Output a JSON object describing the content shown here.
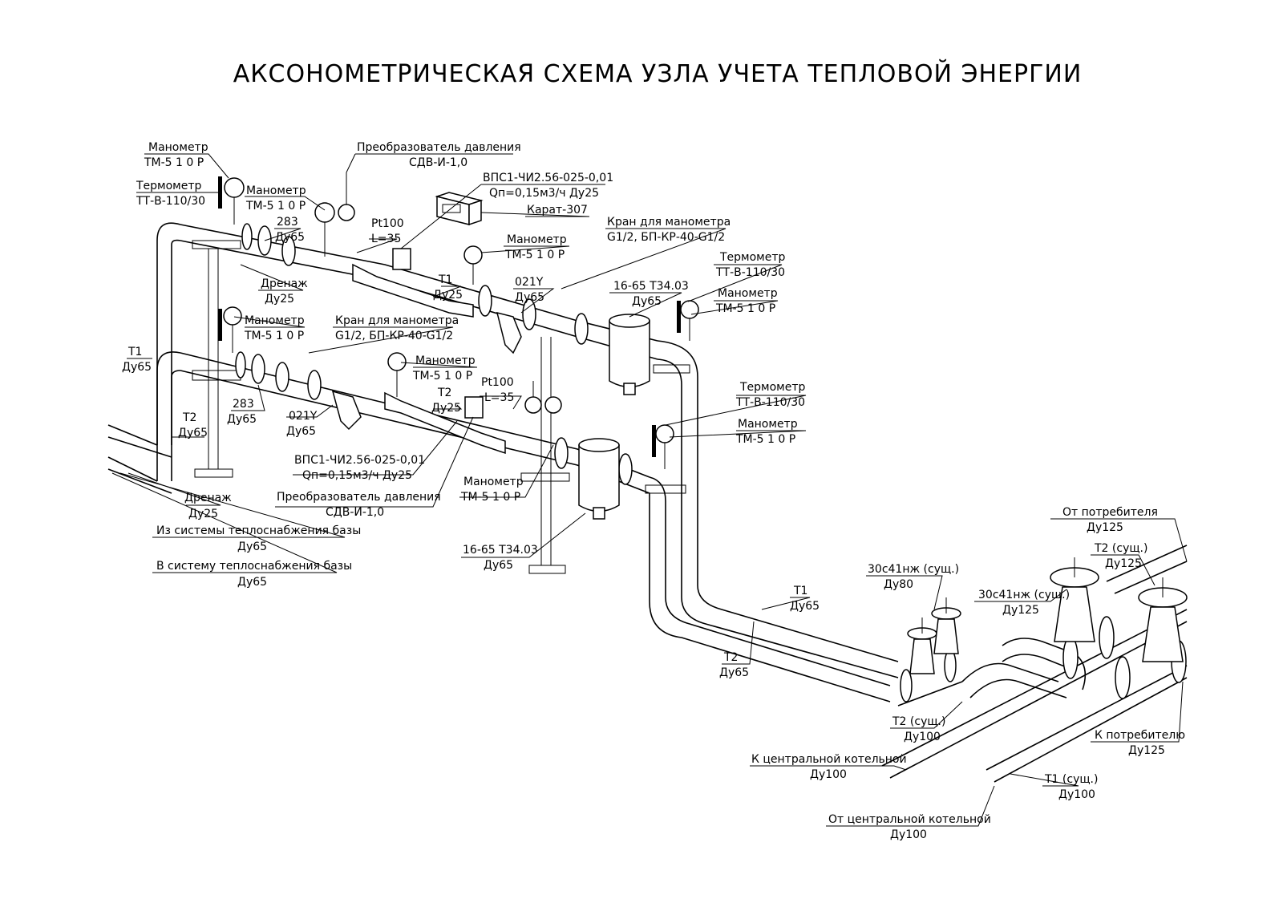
{
  "title": "АКСОНОМЕТРИЧЕСКАЯ СХЕМА УЗЛА УЧЕТА ТЕПЛОВОЙ ЭНЕРГИИ",
  "labels": {
    "l01": [
      "Манометр",
      "ТМ-5 1 0 Р"
    ],
    "l02": [
      "Термометр",
      "ТТ-В-110/30"
    ],
    "l03": [
      "Манометр",
      "ТМ-5 1 0 Р"
    ],
    "l04": [
      "283",
      "Ду65"
    ],
    "l05": [
      "Преобразователь давления",
      "СДВ-И-1,0"
    ],
    "l06": [
      "ВПС1-ЧИ2.56-025-0,01",
      "Qп=0,15м3/ч Ду25"
    ],
    "l07": [
      "Карат-307"
    ],
    "l08": [
      "Pt100",
      "L=35"
    ],
    "l09": [
      "Кран для манометра",
      "G1/2, БП-КР-40-G1/2"
    ],
    "l10": [
      "Манометр",
      "ТМ-5 1 0 Р"
    ],
    "l11": [
      "Т1",
      "Ду25"
    ],
    "l12": [
      "021Y",
      "Ду65"
    ],
    "l13": [
      "Дренаж",
      "Ду25"
    ],
    "l14": [
      "16-65 Т34.03",
      "Ду65"
    ],
    "l15": [
      "Термометр",
      "ТТ-В-110/30"
    ],
    "l16": [
      "Манометр",
      "ТМ-5 1 0 Р"
    ],
    "l17": [
      "Манометр",
      "ТМ-5 1 0 Р"
    ],
    "l18": [
      "Кран для манометра",
      "G1/2, БП-КР-40-G1/2"
    ],
    "l19": [
      "Т1",
      "Ду65"
    ],
    "l20": [
      "Манометр",
      "ТМ-5 1 0 Р"
    ],
    "l21": [
      "Т2",
      "Ду25"
    ],
    "l22": [
      "Pt100",
      "L=35"
    ],
    "l23": [
      "283",
      "Ду65"
    ],
    "l24": [
      "021Y",
      "Ду65"
    ],
    "l25": [
      "Т2",
      "Ду65"
    ],
    "l26": [
      "ВПС1-ЧИ2.56-025-0,01",
      "Qп=0,15м3/ч Ду25"
    ],
    "l27": [
      "Преобразователь давления",
      "СДВ-И-1,0"
    ],
    "l28": [
      "Манометр",
      "ТМ-5 1 0 Р"
    ],
    "l29": [
      "Термометр",
      "ТТ-В-110/30"
    ],
    "l30": [
      "Манометр",
      "ТМ-5 1 0 Р"
    ],
    "l31": [
      "Дренаж",
      "Ду25"
    ],
    "l32": [
      "Из системы теплоснабжения базы",
      "Ду65"
    ],
    "l33": [
      "В систему теплоснабжения базы",
      "Ду65"
    ],
    "l34": [
      "16-65 Т34.03",
      "Ду65"
    ],
    "l35": [
      "От потребителя",
      "Ду125"
    ],
    "l36": [
      "Т2 (сущ.)",
      "Ду125"
    ],
    "l37": [
      "30с41нж (сущ.)",
      "Ду80"
    ],
    "l38": [
      "30с41нж (сущ.)",
      "Ду125"
    ],
    "l39": [
      "Т1",
      "Ду65"
    ],
    "l40": [
      "Т2",
      "Ду65"
    ],
    "l41": [
      "Т2 (сущ.)",
      "Ду100"
    ],
    "l42": [
      "К потребителю",
      "Ду125"
    ],
    "l43": [
      "К центральной котельной",
      "Ду100"
    ],
    "l44": [
      "Т1 (сущ.)",
      "Ду100"
    ],
    "l45": [
      "От центральной котельной",
      "Ду100"
    ]
  }
}
